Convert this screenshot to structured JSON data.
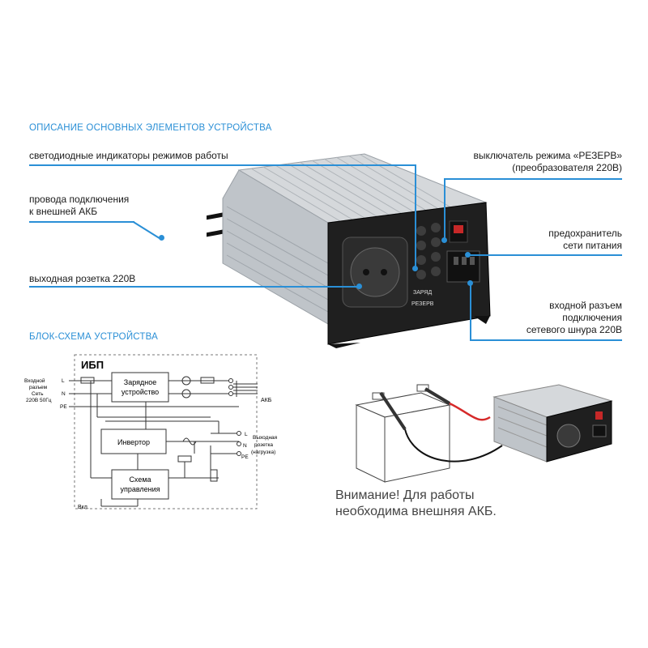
{
  "headings": {
    "description": "ОПИСАНИЕ ОСНОВНЫХ ЭЛЕМЕНТОВ УСТРОЙСТВА",
    "block_diagram": "БЛОК-СХЕМА УСТРОЙСТВА"
  },
  "callouts": {
    "leds": "светодиодные индикаторы режимов работы",
    "battery_wires_1": "провода подключения",
    "battery_wires_2": "к внешней АКБ",
    "outlet": "выходная розетка 220В",
    "reserve_switch_1": "выключатель режима «РЕЗЕРВ»",
    "reserve_switch_2": "(преобразователя 220В)",
    "fuse_1": "предохранитель",
    "fuse_2": "сети питания",
    "input_1": "входной разъем",
    "input_2": "подключения",
    "input_3": "сетевого шнура 220В"
  },
  "device_panel": {
    "label_charge": "ЗАРЯД",
    "label_reserve": "РЕЗЕРВ"
  },
  "schematic": {
    "title": "ИБП",
    "input_label": [
      "Входной",
      "разъем",
      "Сеть",
      "220В 50Гц"
    ],
    "input_pins": [
      "L",
      "N",
      "PE"
    ],
    "charger": [
      "Зарядное",
      "устройство"
    ],
    "inverter": "Инвертор",
    "control": [
      "Схема",
      "управления"
    ],
    "battery": "АКБ",
    "output_label": [
      "Выходная",
      "розетка",
      "(нагрузка)"
    ],
    "output_pins": [
      "L",
      "N",
      "PE"
    ],
    "switch_label": "Вкл."
  },
  "warning": {
    "line1": "Внимание! Для работы",
    "line2": "необходима внешняя АКБ."
  },
  "colors": {
    "accent": "#2a8fd6",
    "housing": "#c9cdd1",
    "panel": "#1f1f1f",
    "wire_red": "#d62a2a"
  }
}
